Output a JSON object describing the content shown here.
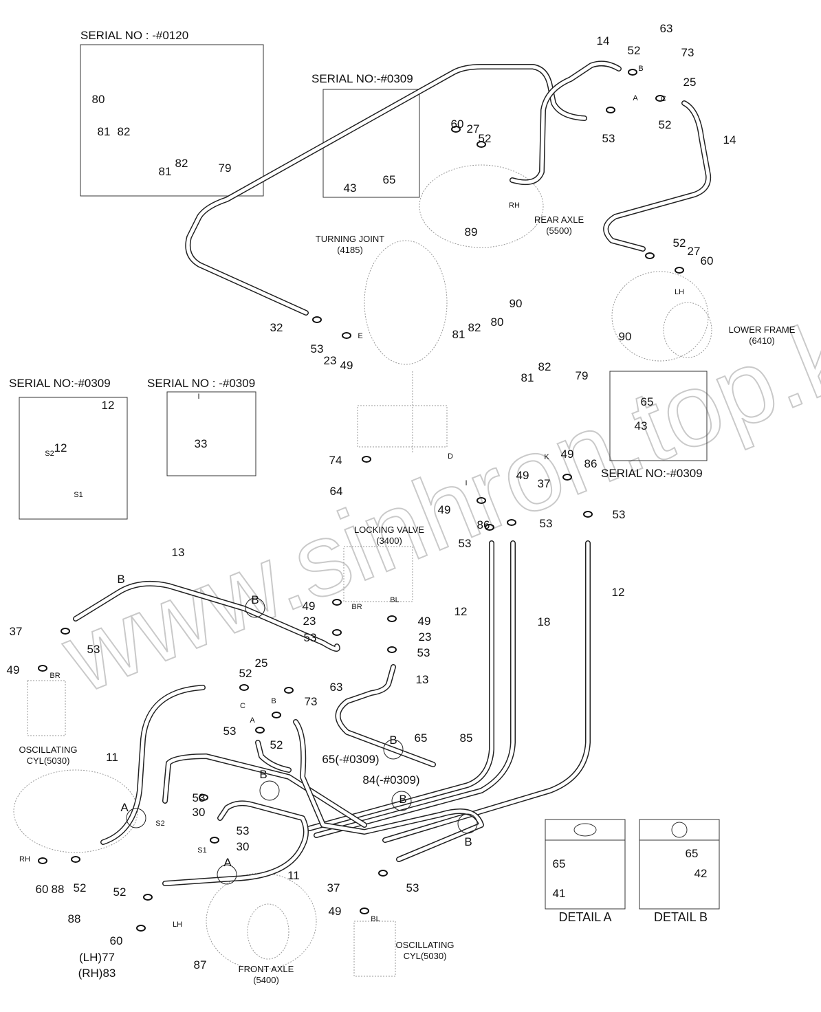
{
  "diagram": {
    "watermark": "www.sinhron.top.kz",
    "box_titles": [
      "SERIAL NO : -#0120",
      "SERIAL NO:-#0309",
      "SERIAL NO:-#0309",
      "SERIAL NO : -#0309",
      "SERIAL NO:-#0309"
    ],
    "components": [
      {
        "name": "TURNING JOINT",
        "code": "(4185)"
      },
      {
        "name": "REAR AXLE",
        "code": "(5500)"
      },
      {
        "name": "LOWER FRAME",
        "code": "(6410)"
      },
      {
        "name": "LOCKING VALVE",
        "code": "(3400)"
      },
      {
        "name": "OSCILLATING",
        "code": "CYL(5030)"
      },
      {
        "name": "OSCILLATING",
        "code": "CYL(5030)"
      },
      {
        "name": "FRONT AXLE",
        "code": "(5400)"
      }
    ],
    "details": [
      "DETAIL A",
      "DETAIL B"
    ],
    "port_labels": [
      "RH",
      "LH",
      "E",
      "D",
      "K",
      "I",
      "BR",
      "BL",
      "BR",
      "BL",
      "RH",
      "LH",
      "S2",
      "S1",
      "S2",
      "S1",
      "B",
      "A",
      "C",
      "C",
      "B",
      "A",
      "I"
    ],
    "callout_letters": [
      "B",
      "B",
      "B",
      "B",
      "B",
      "B",
      "A",
      "A"
    ],
    "part_numbers": [
      "80",
      "81",
      "82",
      "81",
      "82",
      "79",
      "43",
      "65",
      "14",
      "52",
      "63",
      "73",
      "25",
      "53",
      "52",
      "14",
      "60",
      "27",
      "52",
      "89",
      "52",
      "27",
      "60",
      "90",
      "80",
      "81",
      "82",
      "90",
      "81",
      "82",
      "79",
      "32",
      "53",
      "23",
      "49",
      "65",
      "43",
      "12",
      "12",
      "33",
      "74",
      "64",
      "49",
      "86",
      "49",
      "37",
      "49",
      "86",
      "53",
      "53",
      "53",
      "13",
      "12",
      "18",
      "12",
      "49",
      "23",
      "53",
      "49",
      "23",
      "53",
      "37",
      "53",
      "49",
      "13",
      "25",
      "52",
      "63",
      "73",
      "53",
      "52",
      "11",
      "65",
      "85",
      "65(-#0309)",
      "84(-#0309)",
      "53",
      "30",
      "53",
      "30",
      "11",
      "60",
      "88",
      "52",
      "52",
      "88",
      "60",
      "37",
      "53",
      "49",
      "(LH)77",
      "(RH)83",
      "87",
      "65",
      "41",
      "65",
      "42"
    ]
  }
}
